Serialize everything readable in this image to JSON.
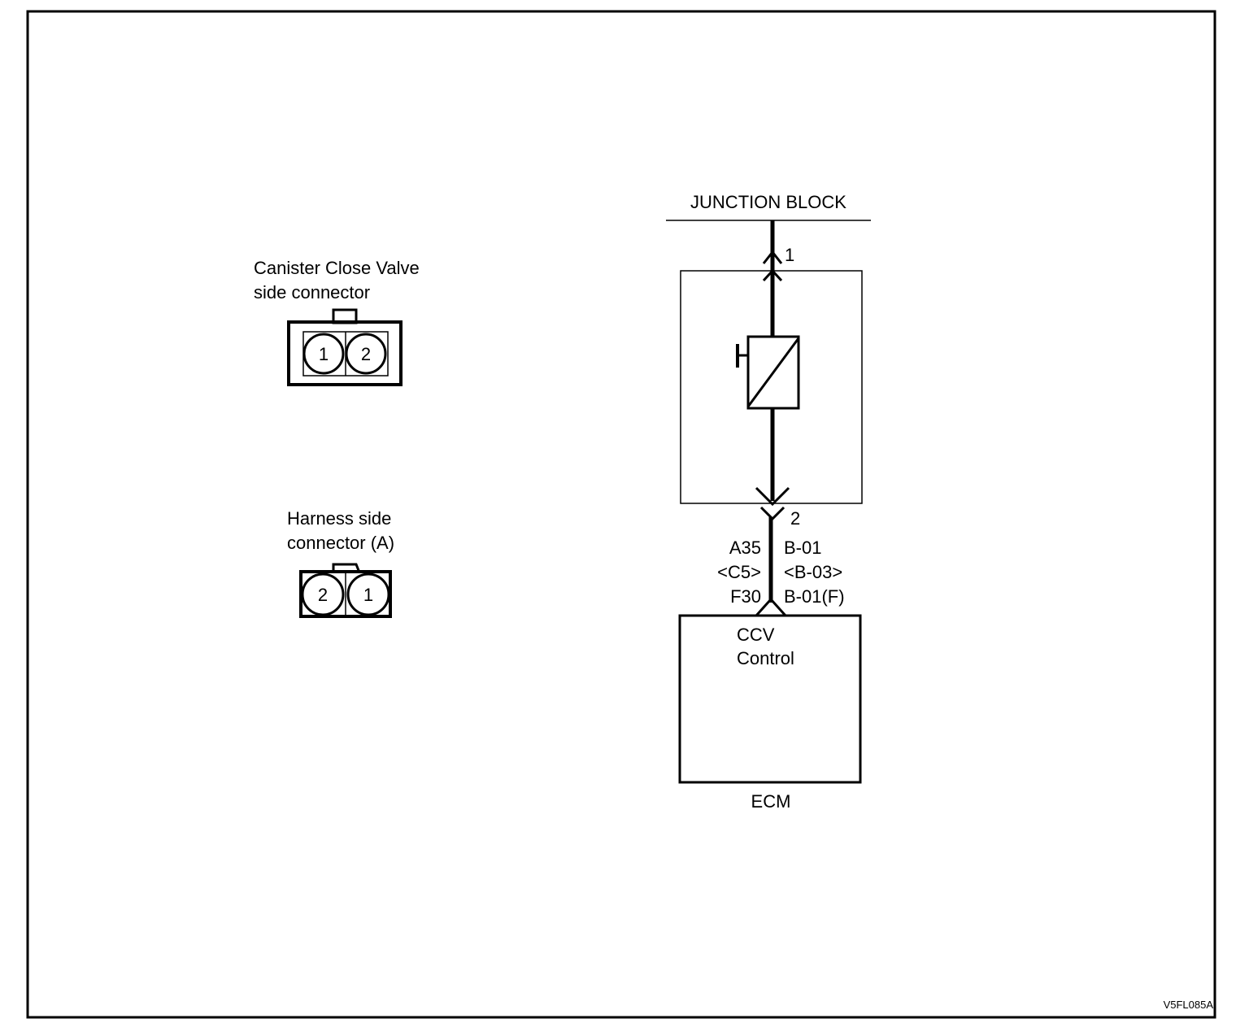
{
  "junction_block": {
    "label": "JUNCTION BLOCK"
  },
  "valve_connector": {
    "label_line1": "Canister Close Valve",
    "label_line2": "side connector",
    "pins": [
      "1",
      "2"
    ]
  },
  "harness_connector": {
    "label_line1": "Harness side",
    "label_line2": "connector (A)",
    "pins": [
      "2",
      "1"
    ]
  },
  "valve": {
    "pin_top": "1",
    "pin_bottom": "2"
  },
  "wire": {
    "left_codes": [
      "A35",
      "<C5>",
      "F30"
    ],
    "right_codes": [
      "B-01",
      "<B-03>",
      "B-01(F)"
    ]
  },
  "ecm": {
    "function_line1": "CCV",
    "function_line2": "Control",
    "label": "ECM"
  },
  "figure_code": "V5FL085A"
}
